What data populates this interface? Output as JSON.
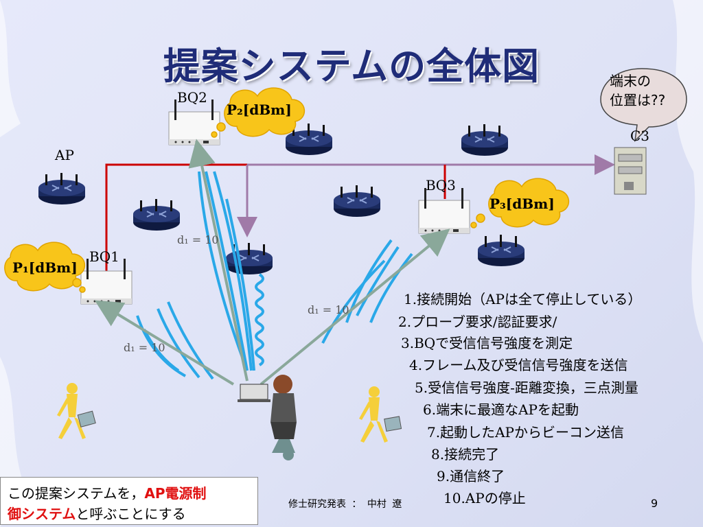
{
  "title": "提案システムの全体図",
  "labels": {
    "ap": "AP",
    "bq1": "BQ1",
    "bq2": "BQ2",
    "bq3": "BQ3",
    "c3": "C3"
  },
  "power": {
    "p1": "P₁[dBm]",
    "p2": "P₂[dBm]",
    "p3": "P₃[dBm]"
  },
  "speech": "端末の\n位置は??",
  "formulas": {
    "d1": "d₁ = 10",
    "d2": "d₁ = 10",
    "d3": "d₁ = 10"
  },
  "steps": [
    "1.接続開始（APは全て停止している）",
    "2.プローブ要求/認証要求/",
    "3.BQで受信信号強度を測定",
    "4.フレーム及び受信信号強度を送信",
    "5.受信信号強度-距離変換，三点測量",
    "6.端末に最適なAPを起動",
    "7.起動したAPからビーコン送信",
    "8.接続完了",
    "9.通信終了",
    "10.APの停止"
  ],
  "footer": {
    "note_prefix": "この提案システムを，",
    "note_highlight1": "AP電源制",
    "note_highlight2": "御システム",
    "note_suffix": "と呼ぶことにする",
    "presenter": "修士研究発表 ： 中村 遼",
    "page": "9"
  },
  "colors": {
    "title": "#1f2c78",
    "red_line": "#cc0000",
    "purple_line": "#a07aa8",
    "signal": "#2aa8e8",
    "arrow": "#8aa89a",
    "cloud": "#f8c51a",
    "router": "#1a2a5e"
  }
}
